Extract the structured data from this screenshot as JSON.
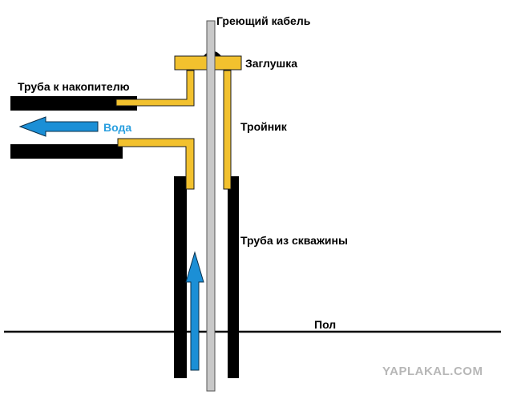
{
  "labels": {
    "heating_cable": "Греющий кабель",
    "plug": "Заглушка",
    "pipe_to_tank": "Труба к накопителю",
    "water": "Вода",
    "tee": "Тройник",
    "pipe_from_well": "Труба из скважины",
    "floor": "Пол"
  },
  "watermark": "YAPLAKAL.COM",
  "colors": {
    "pipe_wall": "#000000",
    "fitting": "#f2c12e",
    "fitting_outline": "#1a1a1a",
    "cable": "#c8c8c8",
    "cable_outline": "#555555",
    "arrow_fill": "#1b8fd6",
    "arrow_outline": "#0a2f4a",
    "water_label": "#2a9fdf",
    "watermark": "#b7b7b7"
  }
}
